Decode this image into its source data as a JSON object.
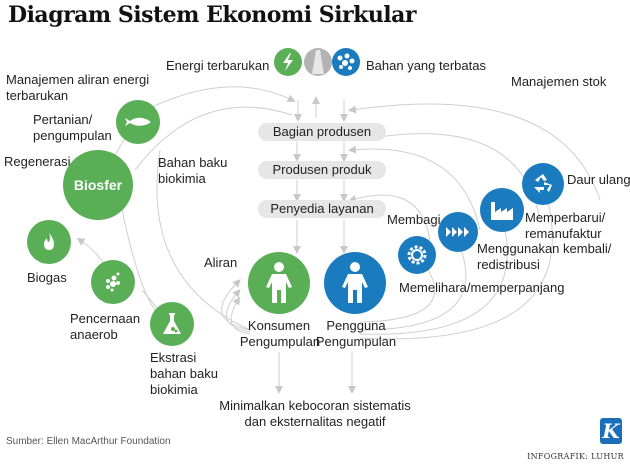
{
  "title": "Diagram Sistem Ekonomi Sirkular",
  "top": {
    "left_label": "Energi terbarukan",
    "right_label": "Bahan yang terbatas",
    "icons": [
      "lightning-icon",
      "road-icon",
      "molecules-icon"
    ]
  },
  "left_side": {
    "manajemen_energi": "Manajemen aliran energi terbarukan",
    "pertanian": "Pertanian/ pengumpulan",
    "regenerasi": "Regenerasi",
    "biosfer": "Biosfer",
    "bahan_baku_biokimia": "Bahan baku biokimia",
    "biogas": "Biogas",
    "pencernaan": "Pencernaan anaerob",
    "ekstrasi": "Ekstrasi bahan baku biokimia",
    "aliran": "Aliran"
  },
  "center": {
    "stages": [
      "Bagian produsen",
      "Produsen produk",
      "Penyedia layanan"
    ],
    "konsumen": "Konsumen",
    "konsumen_sub": "Pengumpulan",
    "pengguna": "Pengguna",
    "pengguna_sub": "Pengumpulan",
    "leakage_line1": "Minimalkan kebocoran sistematis",
    "leakage_line2": "dan eksternalitas negatif"
  },
  "right_side": {
    "manajemen_stok": "Manajemen stok",
    "daur_ulang": "Daur ulang",
    "memperbarui": "Memperbarui/ remanufaktur",
    "menggunakan": "Menggunakan kembali/ redistribusi",
    "membagi": "Membagi",
    "memelihara": "Memelihara/memperpanjang"
  },
  "footer": {
    "source": "Sumber: Ellen MacArthur Foundation",
    "credit": "INFOGRAFIK: LUHUR",
    "logo": "K"
  },
  "colors": {
    "green": "#5aaf56",
    "blue": "#1a7cbf",
    "grey": "#b3b3b3",
    "line": "#c8c8c8",
    "pill": "#e6e6e6"
  }
}
